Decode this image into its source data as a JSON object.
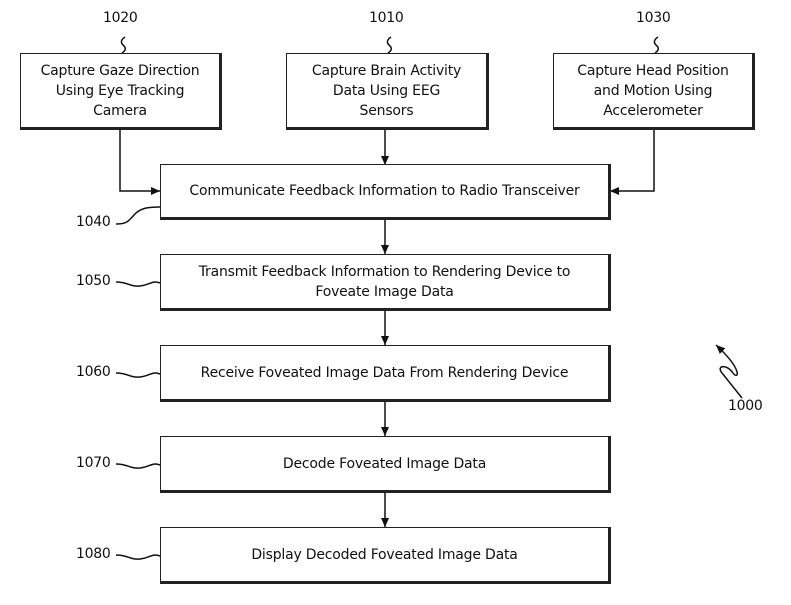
{
  "figure_label": "1000",
  "steps": [
    {
      "ref": "1020",
      "lines": [
        "Capture Gaze Direction",
        "Using Eye Tracking",
        "Camera"
      ]
    },
    {
      "ref": "1010",
      "lines": [
        "Capture Brain Activity",
        "Data Using EEG",
        "Sensors"
      ]
    },
    {
      "ref": "1030",
      "lines": [
        "Capture Head Position",
        "and Motion Using",
        "Accelerometer"
      ]
    },
    {
      "ref": "1040",
      "lines": [
        "Communicate Feedback Information to Radio Transceiver"
      ]
    },
    {
      "ref": "1050",
      "lines": [
        "Transmit Feedback Information to Rendering Device to",
        "Foveate Image Data"
      ]
    },
    {
      "ref": "1060",
      "lines": [
        "Receive Foveated Image Data From Rendering Device"
      ]
    },
    {
      "ref": "1070",
      "lines": [
        "Decode Foveated Image Data"
      ]
    },
    {
      "ref": "1080",
      "lines": [
        "Display Decoded Foveated Image Data"
      ]
    }
  ],
  "edges": [
    {
      "from": "1020",
      "to": "1040"
    },
    {
      "from": "1010",
      "to": "1040"
    },
    {
      "from": "1030",
      "to": "1040"
    },
    {
      "from": "1040",
      "to": "1050"
    },
    {
      "from": "1050",
      "to": "1060"
    },
    {
      "from": "1060",
      "to": "1070"
    },
    {
      "from": "1070",
      "to": "1080"
    }
  ]
}
